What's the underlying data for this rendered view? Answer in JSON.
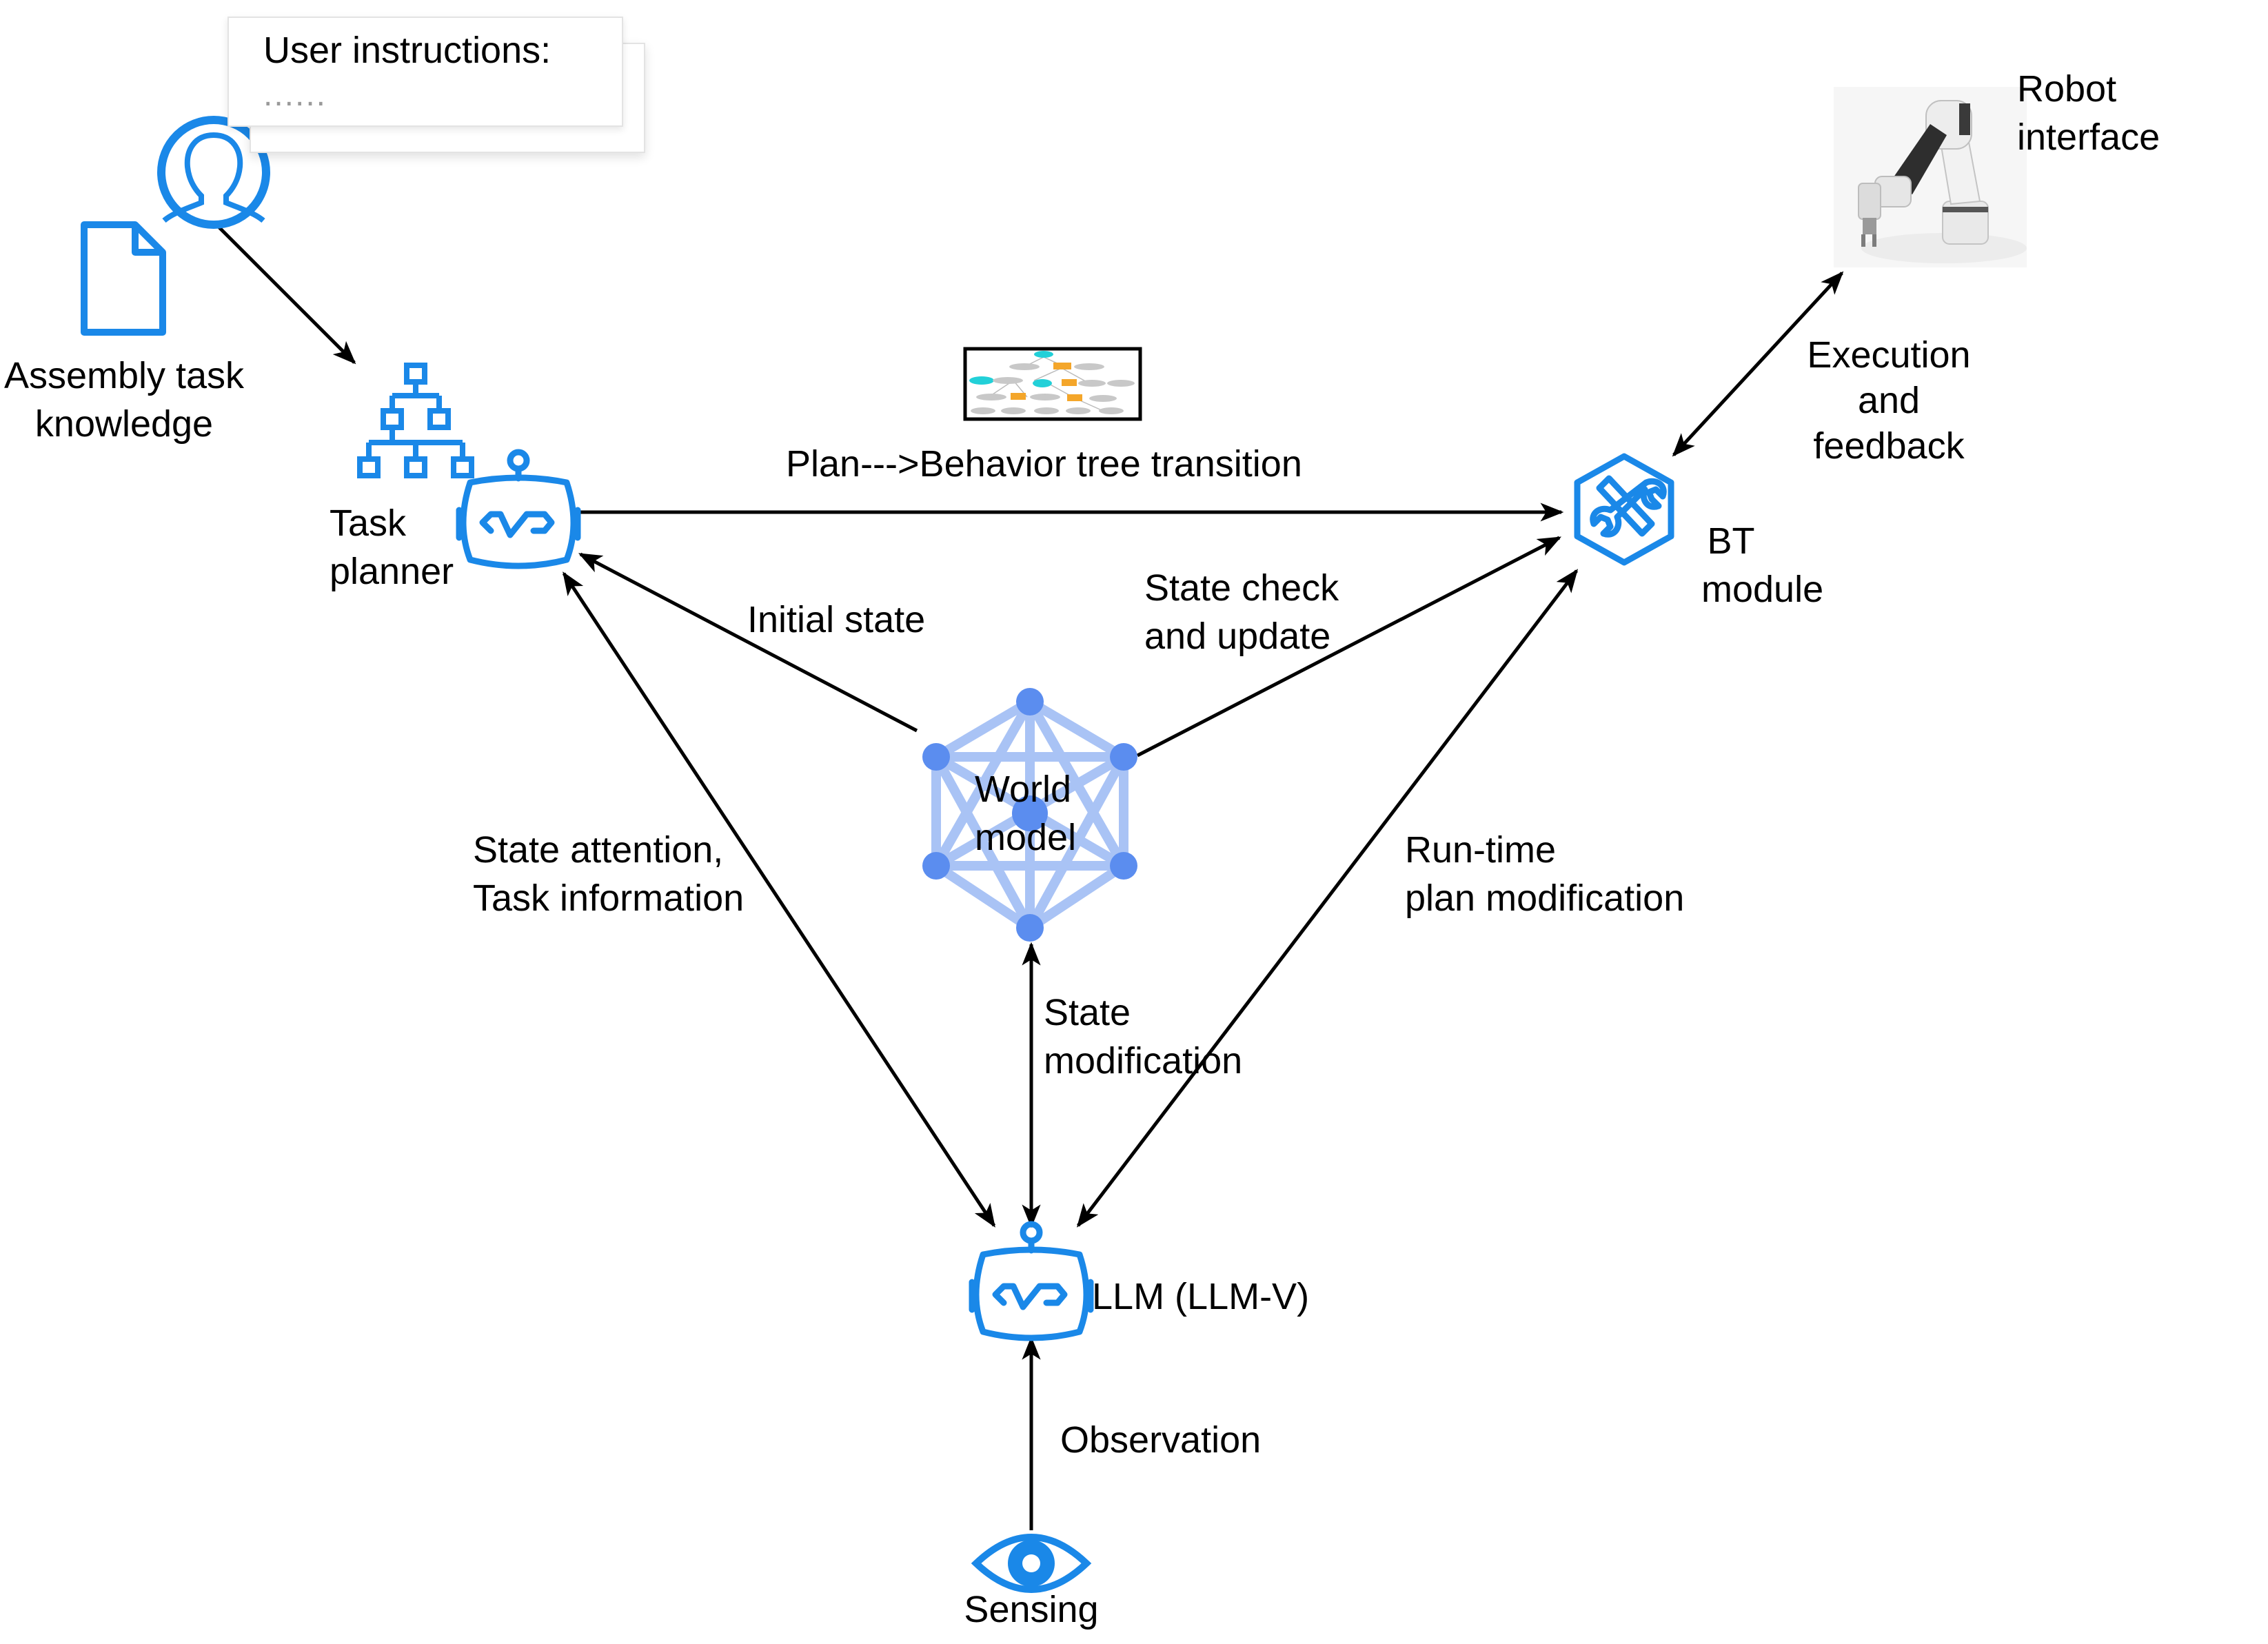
{
  "user_card": {
    "title": "User instructions:",
    "placeholder": "......"
  },
  "labels": {
    "assembly_knowledge": [
      "Assembly task",
      "knowledge"
    ],
    "task_planner": [
      "Task",
      "planner"
    ],
    "plan_bt_transition": "Plan--->Behavior tree transition",
    "bt_module": [
      "BT",
      "module"
    ],
    "robot_interface": [
      "Robot",
      "interface"
    ],
    "execution_feedback": [
      "Execution",
      "and",
      "feedback"
    ],
    "initial_state": "Initial state",
    "state_check_update": [
      "State check",
      "and update"
    ],
    "world_model": [
      "World",
      "model"
    ],
    "state_attention": [
      "State attention,",
      "Task information"
    ],
    "runtime_plan_mod": [
      "Run-time",
      "plan modification"
    ],
    "state_modification": [
      "State",
      "modification"
    ],
    "llm": "LLM (LLM-V)",
    "observation": "Observation",
    "sensing": "Sensing"
  },
  "colors": {
    "icon_blue": "#1a88e8",
    "graph_node": "#5b8def",
    "graph_edge": "#a9c3f5",
    "arrow": "#000000",
    "bt_orange": "#f4a62a",
    "bt_cyan": "#22d0d8",
    "bt_grey": "#c8c8c8"
  },
  "icons": {
    "user": "user-avatar-icon",
    "document": "document-icon",
    "hierarchy": "hierarchy-icon",
    "robot_head": "robot-head-icon",
    "tools": "tools-hexagon-icon",
    "eye": "eye-icon",
    "robot_arm": "robot-arm-image",
    "behavior_tree": "behavior-tree-thumbnail"
  }
}
